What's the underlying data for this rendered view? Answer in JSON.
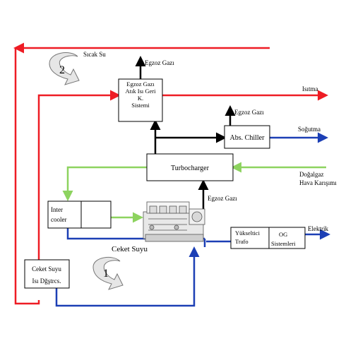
{
  "labels": {
    "sicak_su": "Sıcak Su",
    "egzoz_gazi_top": "Egzoz Gazı",
    "isitma": "Isıtma",
    "egzoz_gazi_chiller": "Egzoz Gazı",
    "sogutma": "Soğutma",
    "dogalgaz_line1": "Doğalgaz",
    "dogalgaz_line2": "Hava Karışımı",
    "egzoz_gazi_engine": "Egzoz Gazı",
    "elektrik": "Elektrik",
    "ceket_suyu": "Ceket Suyu",
    "circuit_1": "1",
    "circuit_2": "2"
  },
  "boxes": {
    "waste_heat": [
      "Egzoz Gazı",
      "Atık Isı Geri",
      "K.",
      "Sistemi"
    ],
    "chiller": "Abs. Chiller",
    "turbocharger": "Turbocharger",
    "intercooler": [
      "Inter",
      "cooler"
    ],
    "ceket_hx": [
      "Ceket Suyu",
      "Isı Dğştrcs."
    ],
    "trafo": [
      "Yükseltici",
      "Trafo"
    ],
    "og": [
      "OG",
      "Sistemleri"
    ]
  },
  "colors": {
    "hot_water": "#ee1c24",
    "cold_water": "#1c3fb5",
    "gas_mix": "#8dd35f",
    "exhaust": "#000000"
  }
}
